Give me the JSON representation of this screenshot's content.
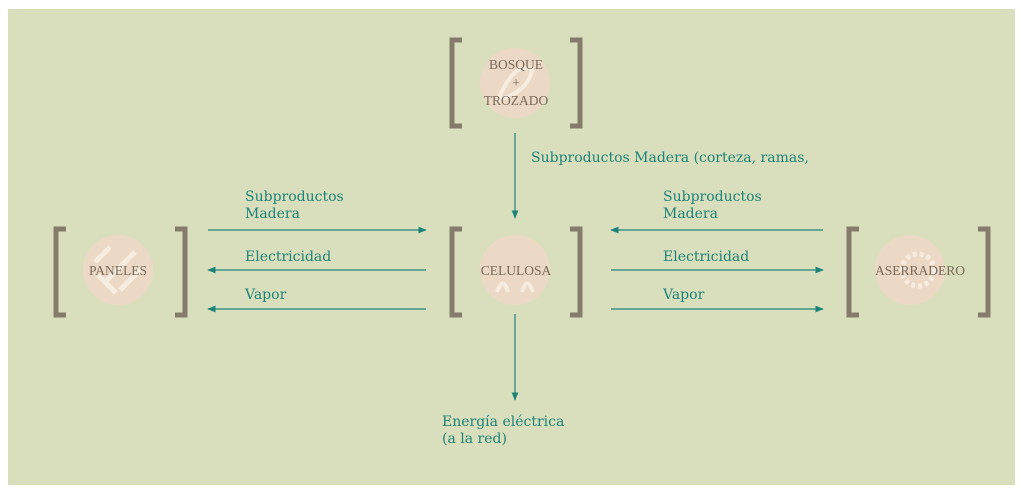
{
  "colors": {
    "background": "#d9dfbd",
    "bracket": "#857b6b",
    "arrow": "#1d8378",
    "text_label": "#1d8378",
    "node_text": "#7a6a5a",
    "icon_circle": "#ecd9c5"
  },
  "nodes": {
    "bosque": {
      "line1": "BOSQUE",
      "plus": "+",
      "line2": "TROZADO",
      "icon": "leaf-icon"
    },
    "paneles": {
      "label": "PANELES",
      "icon": "panels-icon"
    },
    "celulosa": {
      "label": "CELULOSA",
      "icon": "pulp-icon"
    },
    "aserradero": {
      "label": "ASERRADERO",
      "icon": "saw-blade-icon"
    }
  },
  "flows": {
    "bosque_to_celulosa": "Subproductos Madera (corteza, ramas,",
    "left_subproductos_1": "Subproductos",
    "left_subproductos_2": "Madera",
    "left_electricidad": "Electricidad",
    "left_vapor": "Vapor",
    "right_subproductos_1": "Subproductos",
    "right_subproductos_2": "Madera",
    "right_electricidad": "Electricidad",
    "right_vapor": "Vapor",
    "energia_1": "Energía eléctrica",
    "energia_2": "(a la red)"
  }
}
